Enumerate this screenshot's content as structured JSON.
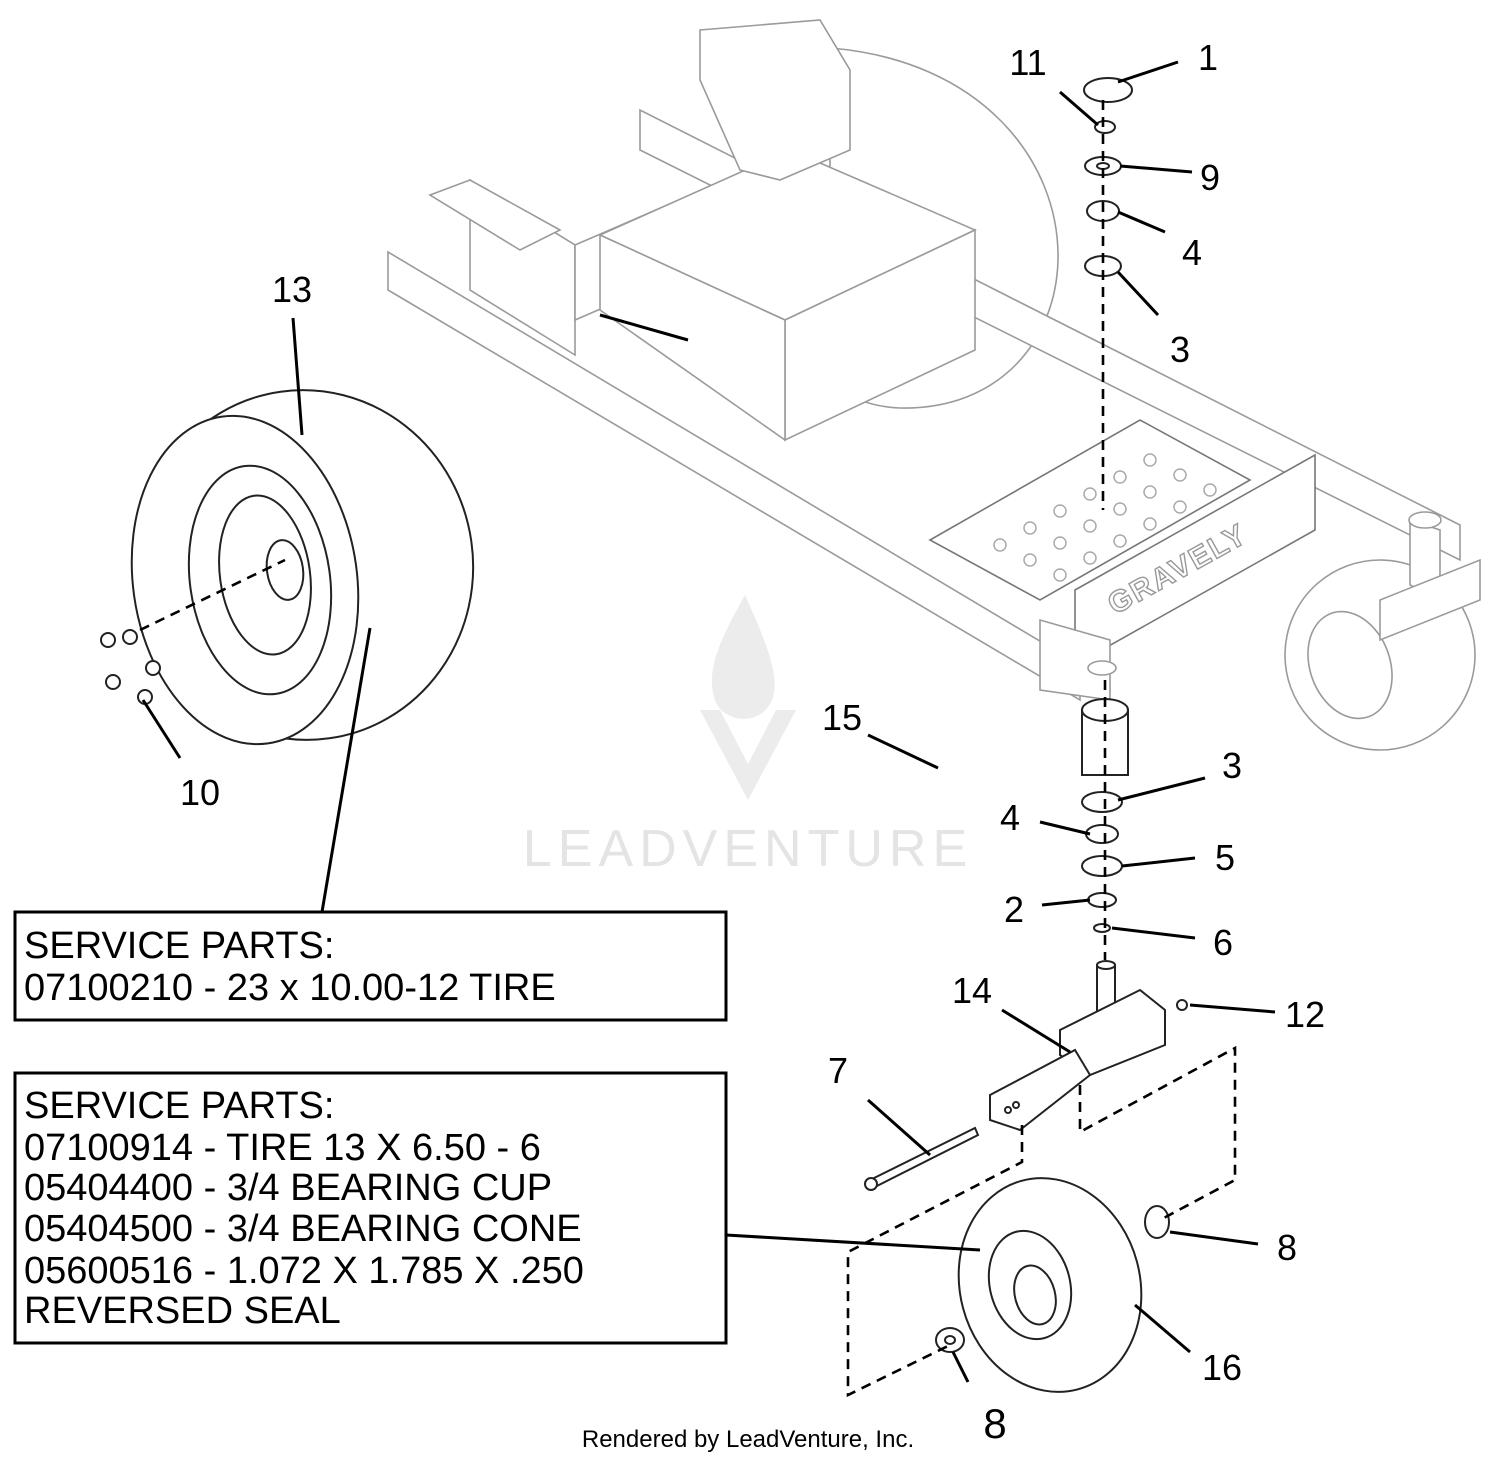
{
  "diagram": {
    "brand_on_frame": "GRAVELY",
    "watermark": "LEADVENTURE",
    "footer": "Rendered by LeadVenture, Inc.",
    "callouts": [
      {
        "id": "c1",
        "label": "1"
      },
      {
        "id": "c11",
        "label": "11"
      },
      {
        "id": "c9",
        "label": "9"
      },
      {
        "id": "c4a",
        "label": "4"
      },
      {
        "id": "c3a",
        "label": "3"
      },
      {
        "id": "c13",
        "label": "13"
      },
      {
        "id": "c10",
        "label": "10"
      },
      {
        "id": "c15",
        "label": "15"
      },
      {
        "id": "c3b",
        "label": "3"
      },
      {
        "id": "c4b",
        "label": "4"
      },
      {
        "id": "c5",
        "label": "5"
      },
      {
        "id": "c2",
        "label": "2"
      },
      {
        "id": "c6",
        "label": "6"
      },
      {
        "id": "c14",
        "label": "14"
      },
      {
        "id": "c12",
        "label": "12"
      },
      {
        "id": "c7",
        "label": "7"
      },
      {
        "id": "c8a",
        "label": "8"
      },
      {
        "id": "c16",
        "label": "16"
      },
      {
        "id": "c8b",
        "label": "8"
      }
    ],
    "service_boxes": [
      {
        "id": "rear-tire",
        "lines": [
          "SERVICE PARTS:",
          "07100210 - 23 x 10.00-12 TIRE"
        ]
      },
      {
        "id": "caster-wheel",
        "lines": [
          "SERVICE PARTS:",
          "07100914 - TIRE 13 X 6.50 - 6",
          "05404400 - 3/4 BEARING CUP",
          "05404500 - 3/4 BEARING CONE",
          "05600516 - 1.072 X 1.785 X .250",
          "REVERSED SEAL"
        ]
      }
    ]
  }
}
